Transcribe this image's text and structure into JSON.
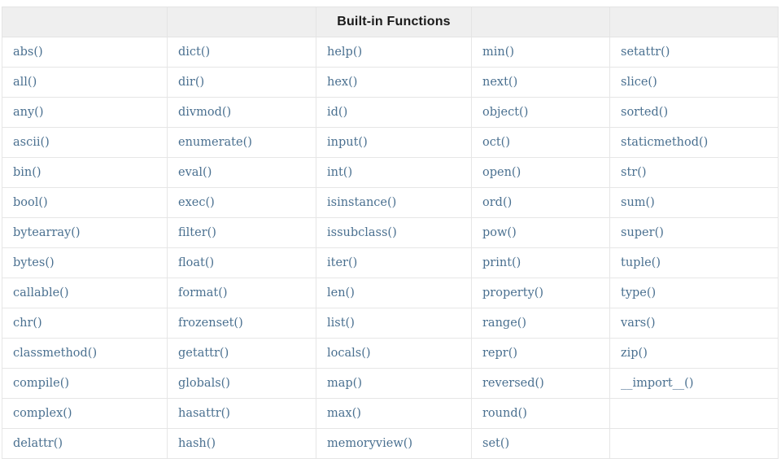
{
  "table": {
    "header": {
      "title": "Built-in Functions",
      "title_column_index": 2,
      "empty_cells": [
        "",
        "",
        "",
        ""
      ]
    },
    "column_count": 5,
    "row_count": 13,
    "rows": [
      [
        "abs()",
        "dict()",
        "help()",
        "min()",
        "setattr()"
      ],
      [
        "all()",
        "dir()",
        "hex()",
        "next()",
        "slice()"
      ],
      [
        "any()",
        "divmod()",
        "id()",
        "object()",
        "sorted()"
      ],
      [
        "ascii()",
        "enumerate()",
        "input()",
        "oct()",
        "staticmethod()"
      ],
      [
        "bin()",
        "eval()",
        "int()",
        "open()",
        "str()"
      ],
      [
        "bool()",
        "exec()",
        "isinstance()",
        "ord()",
        "sum()"
      ],
      [
        "bytearray()",
        "filter()",
        "issubclass()",
        "pow()",
        "super()"
      ],
      [
        "bytes()",
        "float()",
        "iter()",
        "print()",
        "tuple()"
      ],
      [
        "callable()",
        "format()",
        "len()",
        "property()",
        "type()"
      ],
      [
        "chr()",
        "frozenset()",
        "list()",
        "range()",
        "vars()"
      ],
      [
        "classmethod()",
        "getattr()",
        "locals()",
        "repr()",
        "zip()"
      ],
      [
        "compile()",
        "globals()",
        "map()",
        "reversed()",
        "__import__()"
      ],
      [
        "complex()",
        "hasattr()",
        "max()",
        "round()",
        ""
      ],
      [
        "delattr()",
        "hash()",
        "memoryview()",
        "set()",
        ""
      ]
    ],
    "colors": {
      "function_text": "#4a7090",
      "header_background": "#efefef",
      "header_text": "#1a1a1a",
      "border": "#e6e6e6",
      "cell_background": "#ffffff"
    }
  }
}
